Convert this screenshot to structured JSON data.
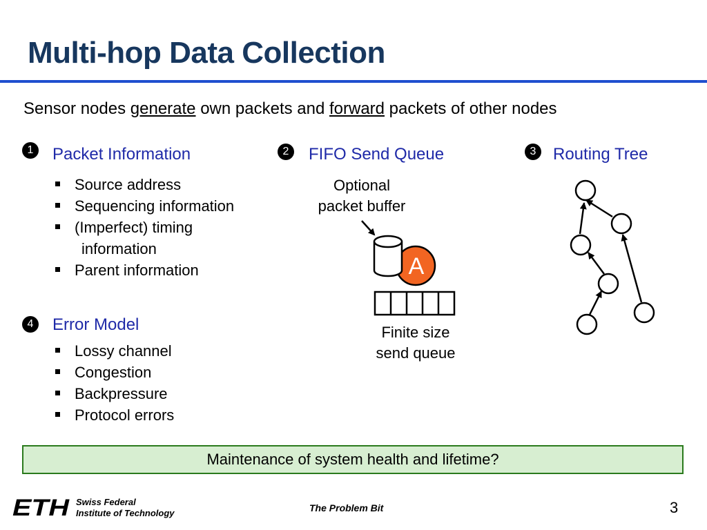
{
  "slide": {
    "title": "Multi-hop Data Collection",
    "subtitle": {
      "part1": "Sensor nodes ",
      "word1": "generate",
      "part2": " own packets and ",
      "word2": "forward",
      "part3": " packets of other nodes"
    },
    "sections": [
      {
        "num": "1",
        "heading": "Packet Information",
        "bullets": [
          "Source address",
          "Sequencing information",
          "(Imperfect) timing",
          "information",
          "Parent information"
        ]
      },
      {
        "num": "2",
        "heading": "FIFO Send Queue"
      },
      {
        "num": "3",
        "heading": "Routing Tree"
      },
      {
        "num": "4",
        "heading": "Error Model",
        "bullets": [
          "Lossy channel",
          "Congestion",
          "Backpressure",
          "Protocol errors"
        ]
      }
    ],
    "queue_diagram": {
      "buffer_label_line1": "Optional",
      "buffer_label_line2": "packet buffer",
      "node_label": "A",
      "queue_label_line1": "Finite size",
      "queue_label_line2": "send queue"
    },
    "health_box": "Maintenance of system health and lifetime?",
    "footer": {
      "logo_text": "ETH",
      "institution_line1": "Swiss Federal",
      "institution_line2": "Institute of Technology",
      "center": "The Problem Bit",
      "page": "3"
    }
  },
  "colors": {
    "title": "#17375e",
    "rule": "#1f4fcf",
    "heading": "#1f2aa8",
    "node_accent": "#f26522",
    "box_fill": "#d7eed1",
    "box_border": "#2a7a1c"
  }
}
